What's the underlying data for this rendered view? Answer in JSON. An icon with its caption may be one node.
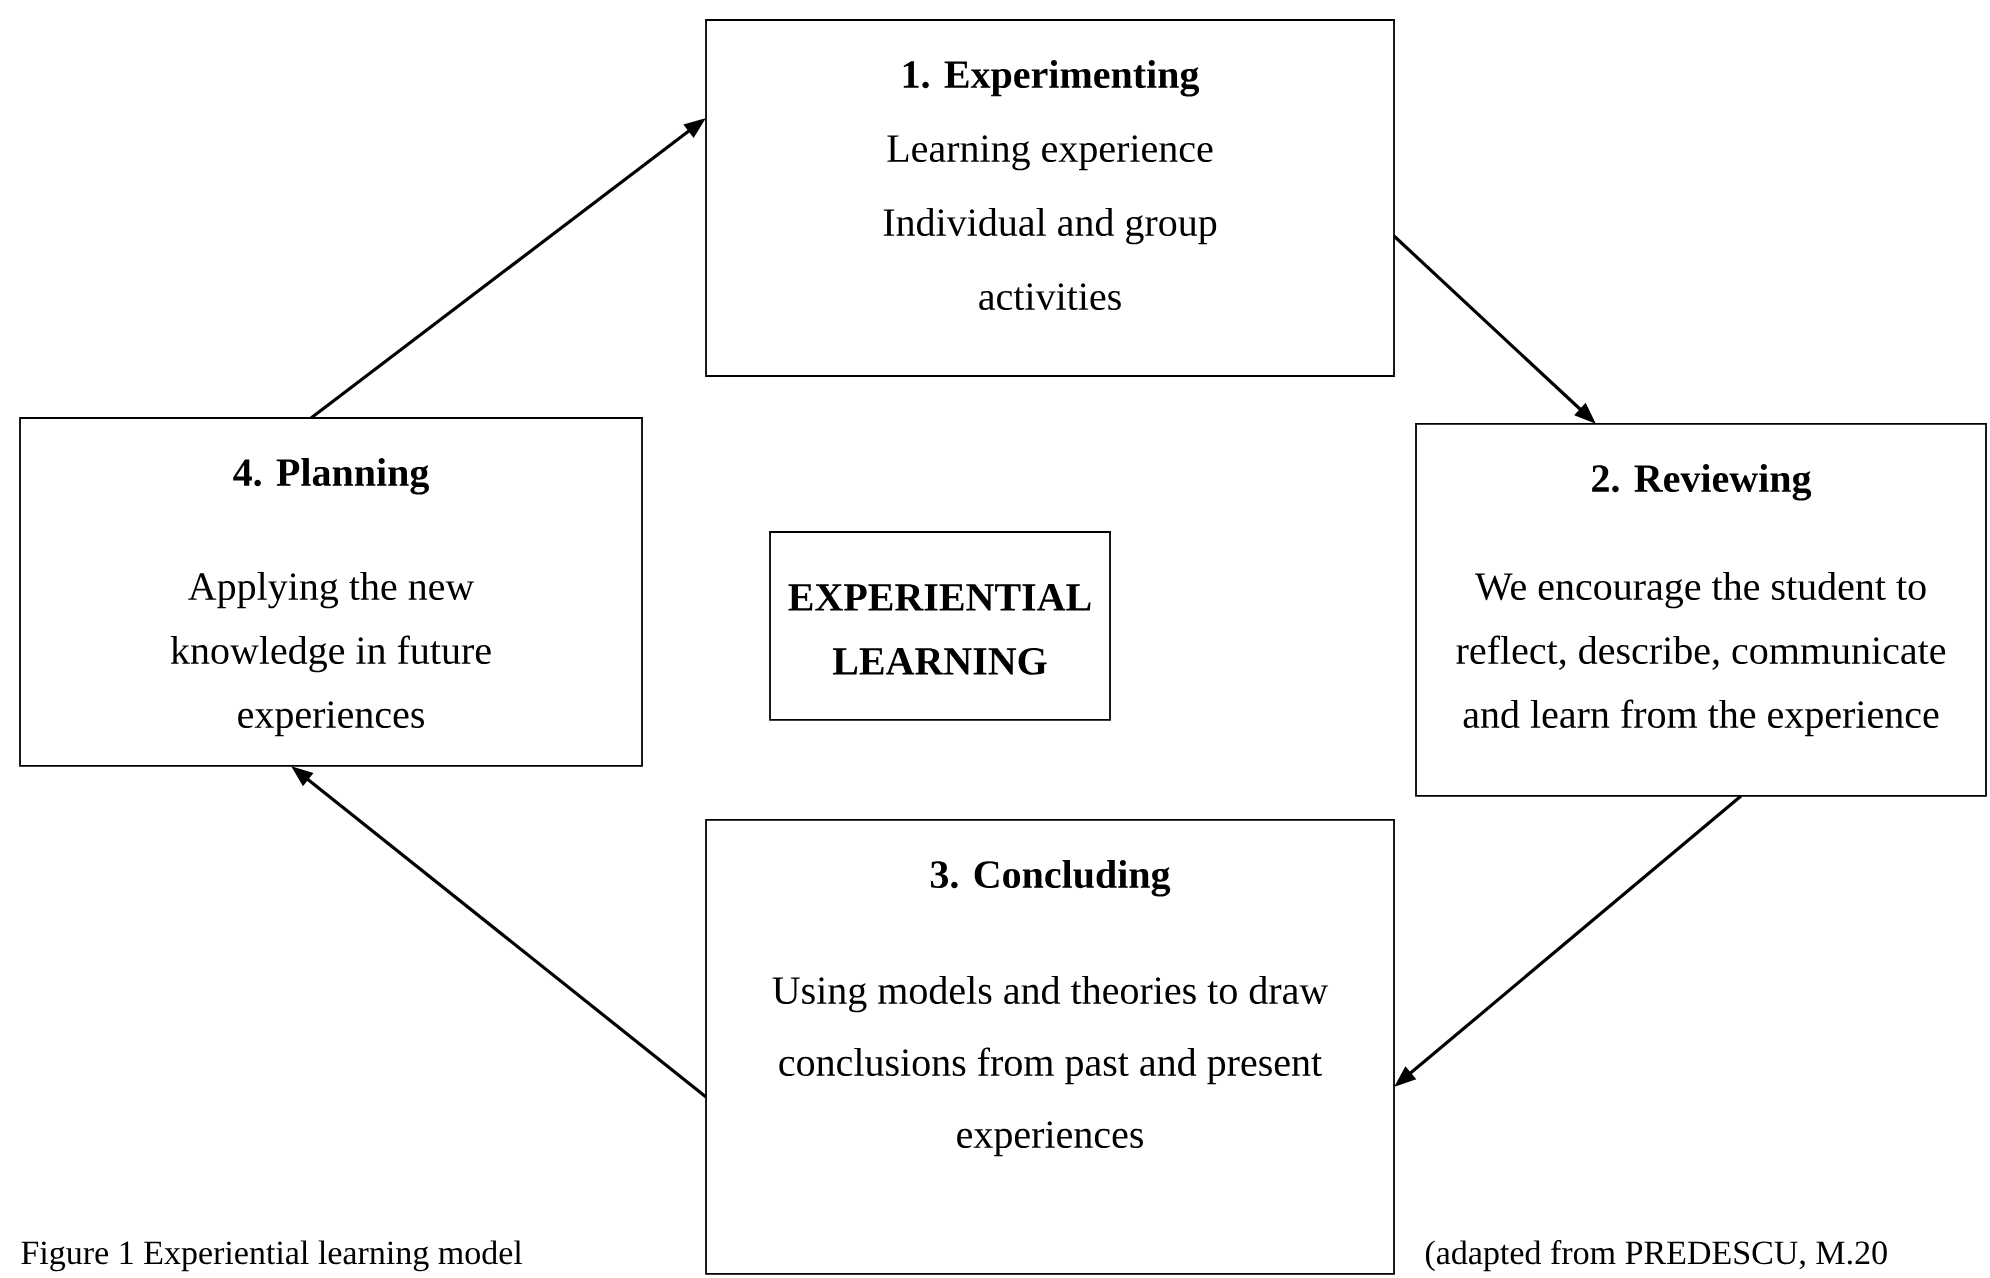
{
  "diagram": {
    "caption": "Figure 1 Experiential learning model",
    "nodes": [
      {
        "text": [
          "1.   Experimenting",
          "Learning experience Individual and group activities"
        ]
      },
      {
        "text": [
          "2. Reviewing",
          "We encourage the student to reflect, describe, communicate and learn from the experience"
        ]
      },
      {
        "text": [
          "3. Concluding",
          "Using models and theories to draw conclusions from past and present experiences"
        ]
      },
      {
        "text": [
          "4. Planning",
          "Applying the new knowledge in future experiences"
        ]
      },
      {
        "text": [
          "EXPERIENTIAL LEARNING"
        ]
      }
    ],
    "edges": [
      {
        "from": 0,
        "to": 1,
        "arrow": "to"
      },
      {
        "from": 1,
        "to": 2,
        "arrow": "to"
      },
      {
        "from": 2,
        "to": 3,
        "arrow": "to"
      },
      {
        "from": 3,
        "to": 0,
        "arrow": "to"
      }
    ],
    "labels": [
      "(adapted from PREDESCU, M.20"
    ]
  }
}
